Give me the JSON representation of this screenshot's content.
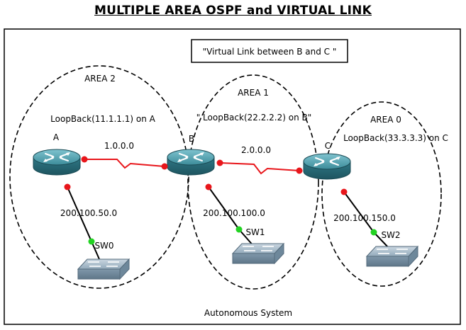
{
  "title": "MULTIPLE AREA OSPF and VIRTUAL LINK",
  "note": "\"Virtual Link between B and C \"",
  "footer": "Autonomous System",
  "areas": [
    {
      "id": "area2",
      "label": "AREA 2",
      "loopback": "LoopBack(11.1.1.1) on A"
    },
    {
      "id": "area1",
      "label": "AREA 1",
      "loopback": "\" LoopBack(22.2.2.2) on B\""
    },
    {
      "id": "area0",
      "label": "AREA 0",
      "loopback": "LoopBack(33.3.3.3) on C"
    }
  ],
  "routers": [
    {
      "id": "A",
      "label": "A"
    },
    {
      "id": "B",
      "label": "B"
    },
    {
      "id": "C",
      "label": "C"
    }
  ],
  "switches": [
    {
      "id": "SW0",
      "label": "SW0"
    },
    {
      "id": "SW1",
      "label": "SW1"
    },
    {
      "id": "SW2",
      "label": "SW2"
    }
  ],
  "links": [
    {
      "id": "A-B",
      "label": "1.0.0.0",
      "endpoint_color": "#e8161b"
    },
    {
      "id": "B-C",
      "label": "2.0.0.0",
      "endpoint_color": "#e8161b"
    },
    {
      "id": "A-SW0",
      "label": "200.100.50.0",
      "router_end_color": "#e8161b",
      "switch_end_color": "#22d322"
    },
    {
      "id": "B-SW1",
      "label": "200.100.100.0",
      "router_end_color": "#e8161b",
      "switch_end_color": "#22d322"
    },
    {
      "id": "C-SW2",
      "label": "200.100.150.0",
      "router_end_color": "#e8161b",
      "switch_end_color": "#22d322"
    }
  ],
  "colors": {
    "serial_link": "#e8161b",
    "router_body": "#3c8c9a",
    "switch_body": "#8aa3b6",
    "up_endpoint": "#22d322",
    "router_endpoint": "#e8161b"
  }
}
